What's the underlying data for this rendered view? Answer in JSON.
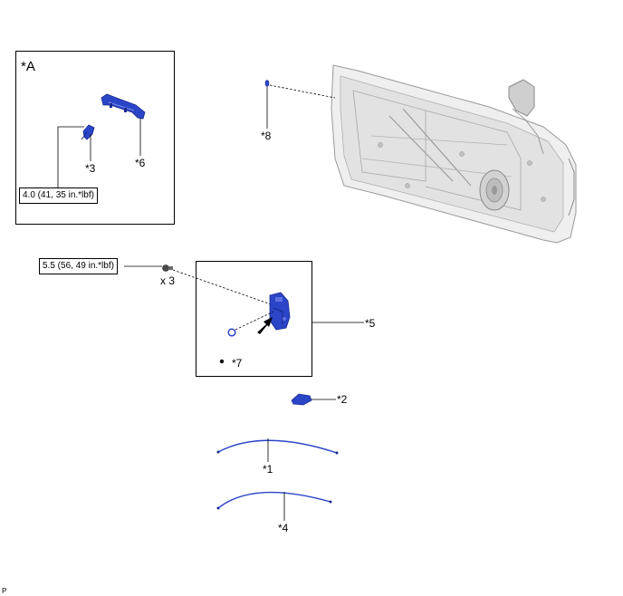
{
  "detail_box": {
    "title": "*A"
  },
  "callouts": {
    "c1": "*1",
    "c2": "*2",
    "c3": "*3",
    "c4": "*4",
    "c5": "*5",
    "c6": "*6",
    "c7": "*7",
    "c8": "*8"
  },
  "torque_specs": {
    "t1": "4.0 (41, 35 in.*lbf)",
    "t2": "5.5 (56, 49 in.*lbf)"
  },
  "quantity": "x 3",
  "footer_code": "P",
  "colors": {
    "part_blue": "#2b45c8",
    "part_blue_dark": "#18288e",
    "door_gray": "#c8c8c8",
    "line": "#000000"
  }
}
